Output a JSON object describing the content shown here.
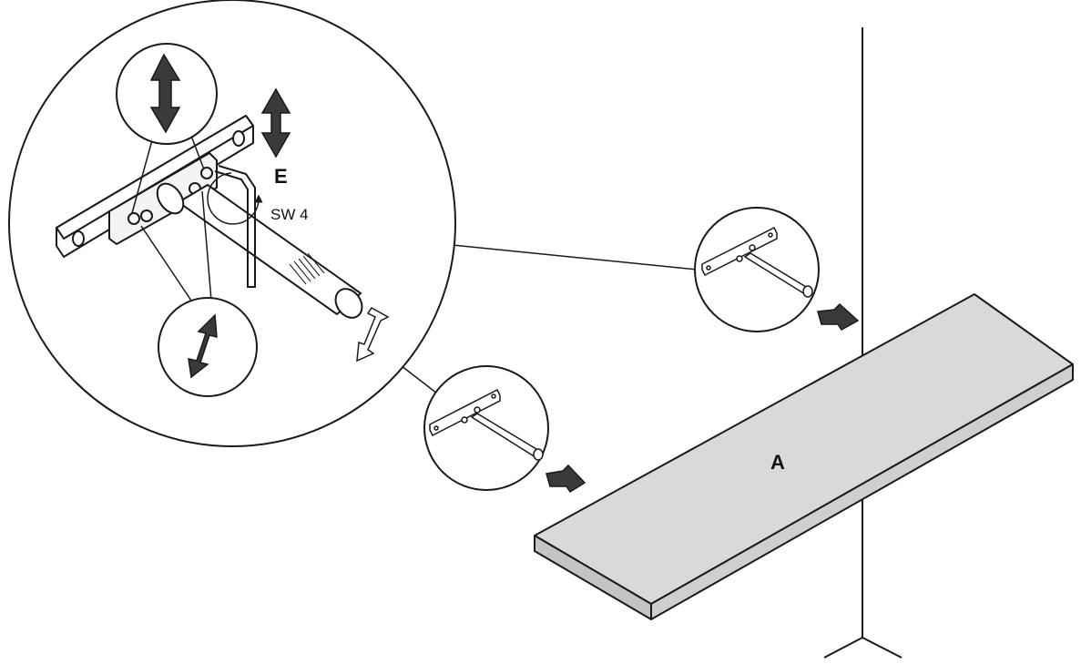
{
  "labels": {
    "part_shelf": "A",
    "part_bracket": "E",
    "tool_size": "SW 4"
  },
  "colors": {
    "line": "#1a1a1a",
    "shelf_top": "#d9d9d9",
    "shelf_edge": "#c4c4c4",
    "arrow_fill": "#3a3a3a",
    "background": "#ffffff"
  },
  "icons": [
    "double-arrow-vertical-icon",
    "push-arrow-icon",
    "rotate-arrow-icon",
    "hex-key-icon"
  ]
}
